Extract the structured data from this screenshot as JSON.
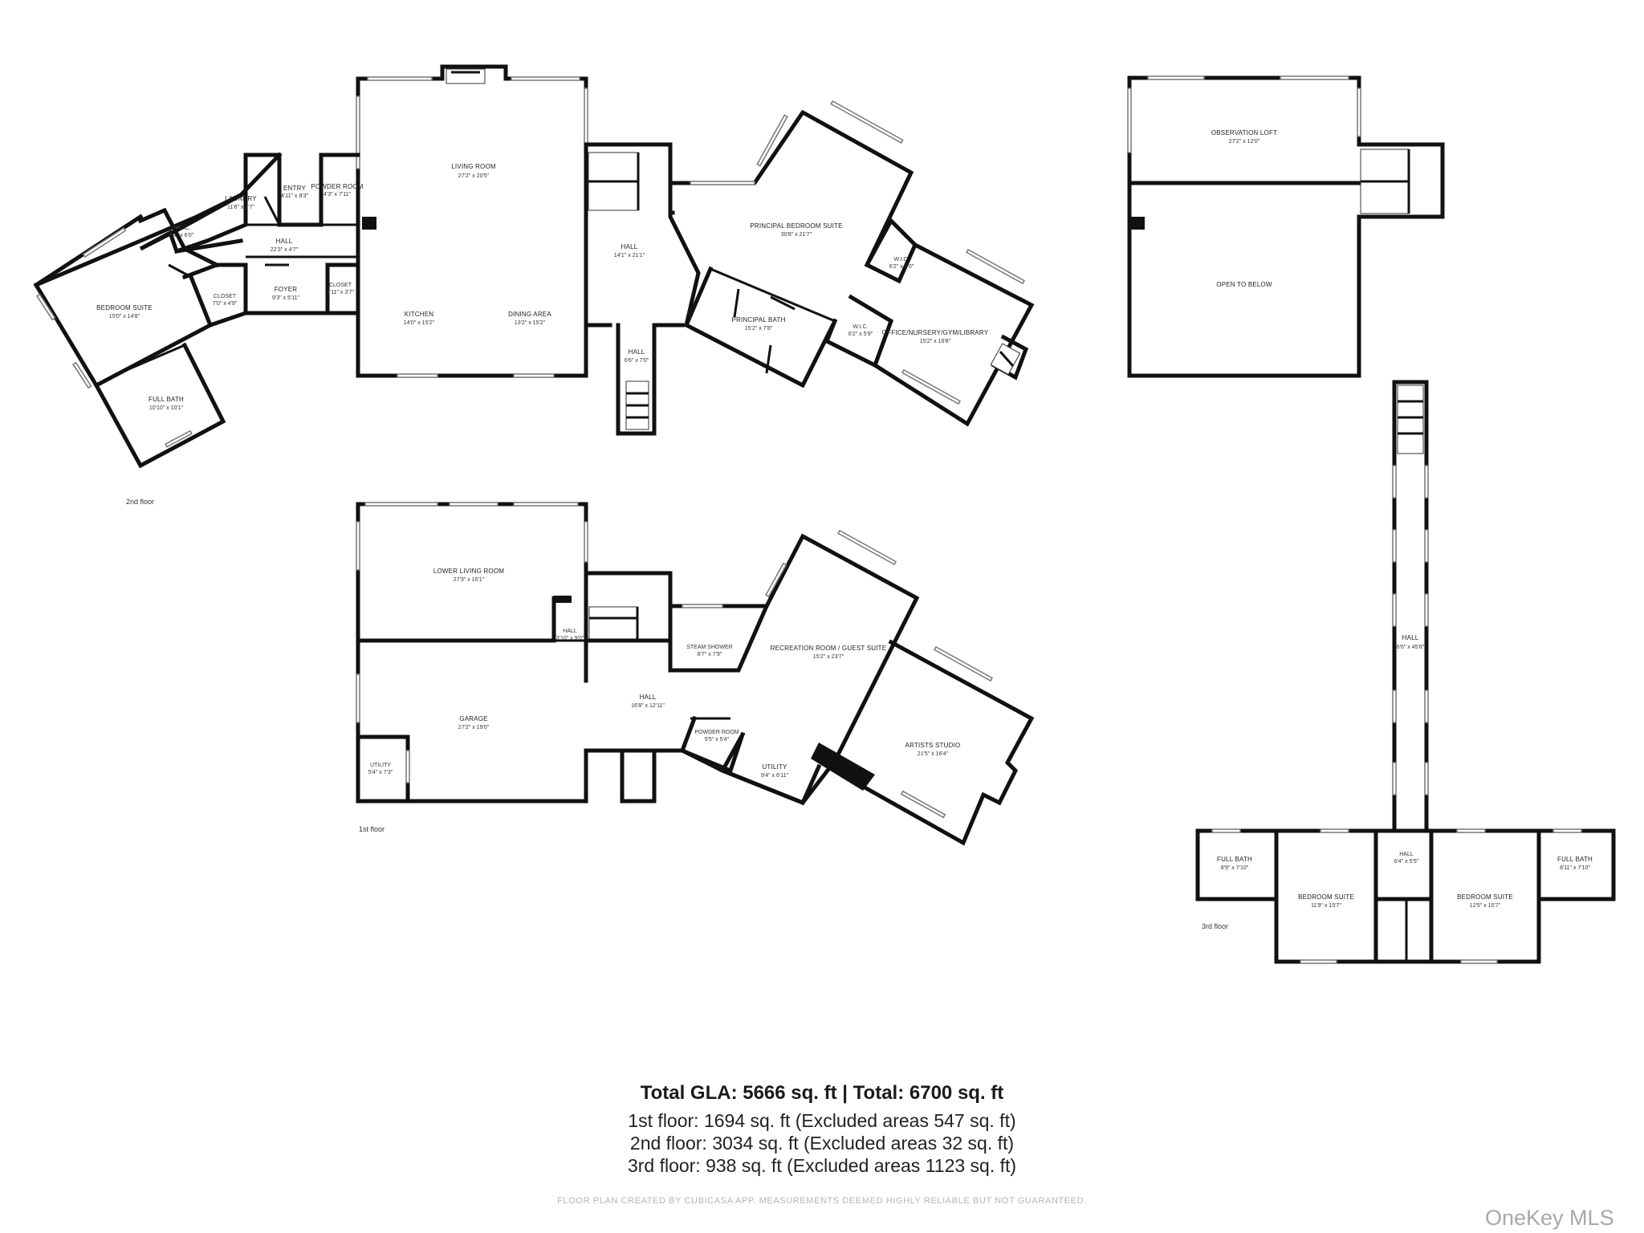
{
  "rooms_2nd": {
    "living_room": {
      "name": "LIVING ROOM",
      "dim": "27'2\" x 20'5\""
    },
    "kitchen": {
      "name": "KITCHEN",
      "dim": "14'0\" x 15'2\""
    },
    "dining_area": {
      "name": "DINING AREA",
      "dim": "13'2\" x 15'2\""
    },
    "entry": {
      "name": "ENTRY",
      "dim": "4'11\" x 8'3\""
    },
    "powder_room": {
      "name": "POWDER ROOM",
      "dim": "4'3\" x 7'11\""
    },
    "laundry": {
      "name": "LAUNDRY",
      "dim": "11'6\" x 7'7\""
    },
    "wic": {
      "name": "W.I.C.",
      "dim": "5'4\" x 6'0\""
    },
    "hall_a": {
      "name": "HALL",
      "dim": "22'3\" x 4'7\""
    },
    "foyer": {
      "name": "FOYER",
      "dim": "9'3\" x 5'11\""
    },
    "closet_a": {
      "name": "CLOSET",
      "dim": "7'0\" x 4'9\""
    },
    "closet_b": {
      "name": "CLOSET",
      "dim": "3'11\" x 3'7\""
    },
    "bedroom_suite": {
      "name": "BEDROOM SUITE",
      "dim": "15'0\" x 14'8\""
    },
    "full_bath": {
      "name": "FULL BATH",
      "dim": "10'10\" x 10'1\""
    },
    "hall_b": {
      "name": "HALL",
      "dim": "14'1\" x 21'1\""
    },
    "hall_c": {
      "name": "HALL",
      "dim": "6'6\" x 7'0\""
    },
    "principal_suite": {
      "name": "PRINCIPAL BEDROOM SUITE",
      "dim": "30'8\" x 21'7\""
    },
    "principal_bath": {
      "name": "PRINCIPAL BATH",
      "dim": "15'2\" x 7'8\""
    },
    "wic_b": {
      "name": "W.I.C.",
      "dim": "6'2\" x 6'0\""
    },
    "wic_c": {
      "name": "W.I.C.",
      "dim": "6'2\" x 5'9\""
    },
    "office": {
      "name": "OFFICE/NURSERY/GYM/LIBRARY",
      "dim": "15'2\" x 16'8\""
    },
    "floor_label": "2nd floor"
  },
  "rooms_1st": {
    "lower_living": {
      "name": "LOWER LIVING ROOM",
      "dim": "27'3\" x 16'1\""
    },
    "hall_a": {
      "name": "HALL",
      "dim": "3'10\" x 9'0\""
    },
    "garage": {
      "name": "GARAGE",
      "dim": "27'2\" x 19'0\""
    },
    "utility_a": {
      "name": "UTILITY",
      "dim": "5'4\" x 7'3\""
    },
    "steam_shower": {
      "name": "STEAM SHOWER",
      "dim": "8'7\" x 7'9\""
    },
    "recreation": {
      "name": "RECREATION ROOM / GUEST SUITE",
      "dim": "15'2\" x 23'7\""
    },
    "hall_b": {
      "name": "HALL",
      "dim": "16'8\" x 12'11\""
    },
    "powder_room": {
      "name": "POWDER ROOM",
      "dim": "5'5\" x 5'4\""
    },
    "utility_b": {
      "name": "UTILITY",
      "dim": "9'4\" x 6'11\""
    },
    "artists_studio": {
      "name": "ARTISTS STUDIO",
      "dim": "21'5\" x 16'4\""
    },
    "floor_label": "1st floor"
  },
  "rooms_3rd": {
    "observation_loft": {
      "name": "OBSERVATION LOFT",
      "dim": "27'2\" x 12'0\""
    },
    "open_to_below": {
      "name": "OPEN TO BELOW"
    },
    "hall_long": {
      "name": "HALL",
      "dim": "6'6\" x 45'8\""
    },
    "hall_small": {
      "name": "HALL",
      "dim": "6'4\" x 5'5\""
    },
    "full_bath_l": {
      "name": "FULL BATH",
      "dim": "8'9\" x 7'10\""
    },
    "bedroom_l": {
      "name": "BEDROOM SUITE",
      "dim": "11'9\" x 15'7\""
    },
    "bedroom_r": {
      "name": "BEDROOM SUITE",
      "dim": "12'5\" x 15'7\""
    },
    "full_bath_r": {
      "name": "FULL BATH",
      "dim": "8'11\" x 7'10\""
    },
    "floor_label": "3rd floor"
  },
  "summary": {
    "total": "Total GLA: 5666 sq. ft | Total: 6700 sq. ft",
    "first": "1st floor: 1694 sq. ft (Excluded areas 547 sq. ft)",
    "second": "2nd floor: 3034 sq. ft (Excluded areas 32 sq. ft)",
    "third": "3rd floor: 938 sq. ft (Excluded areas 1123 sq. ft)"
  },
  "credit": "FLOOR PLAN CREATED BY CUBICASA APP. MEASUREMENTS DEEMED HIGHLY RELIABLE BUT NOT GUARANTEED.",
  "watermark": "OneKey MLS"
}
